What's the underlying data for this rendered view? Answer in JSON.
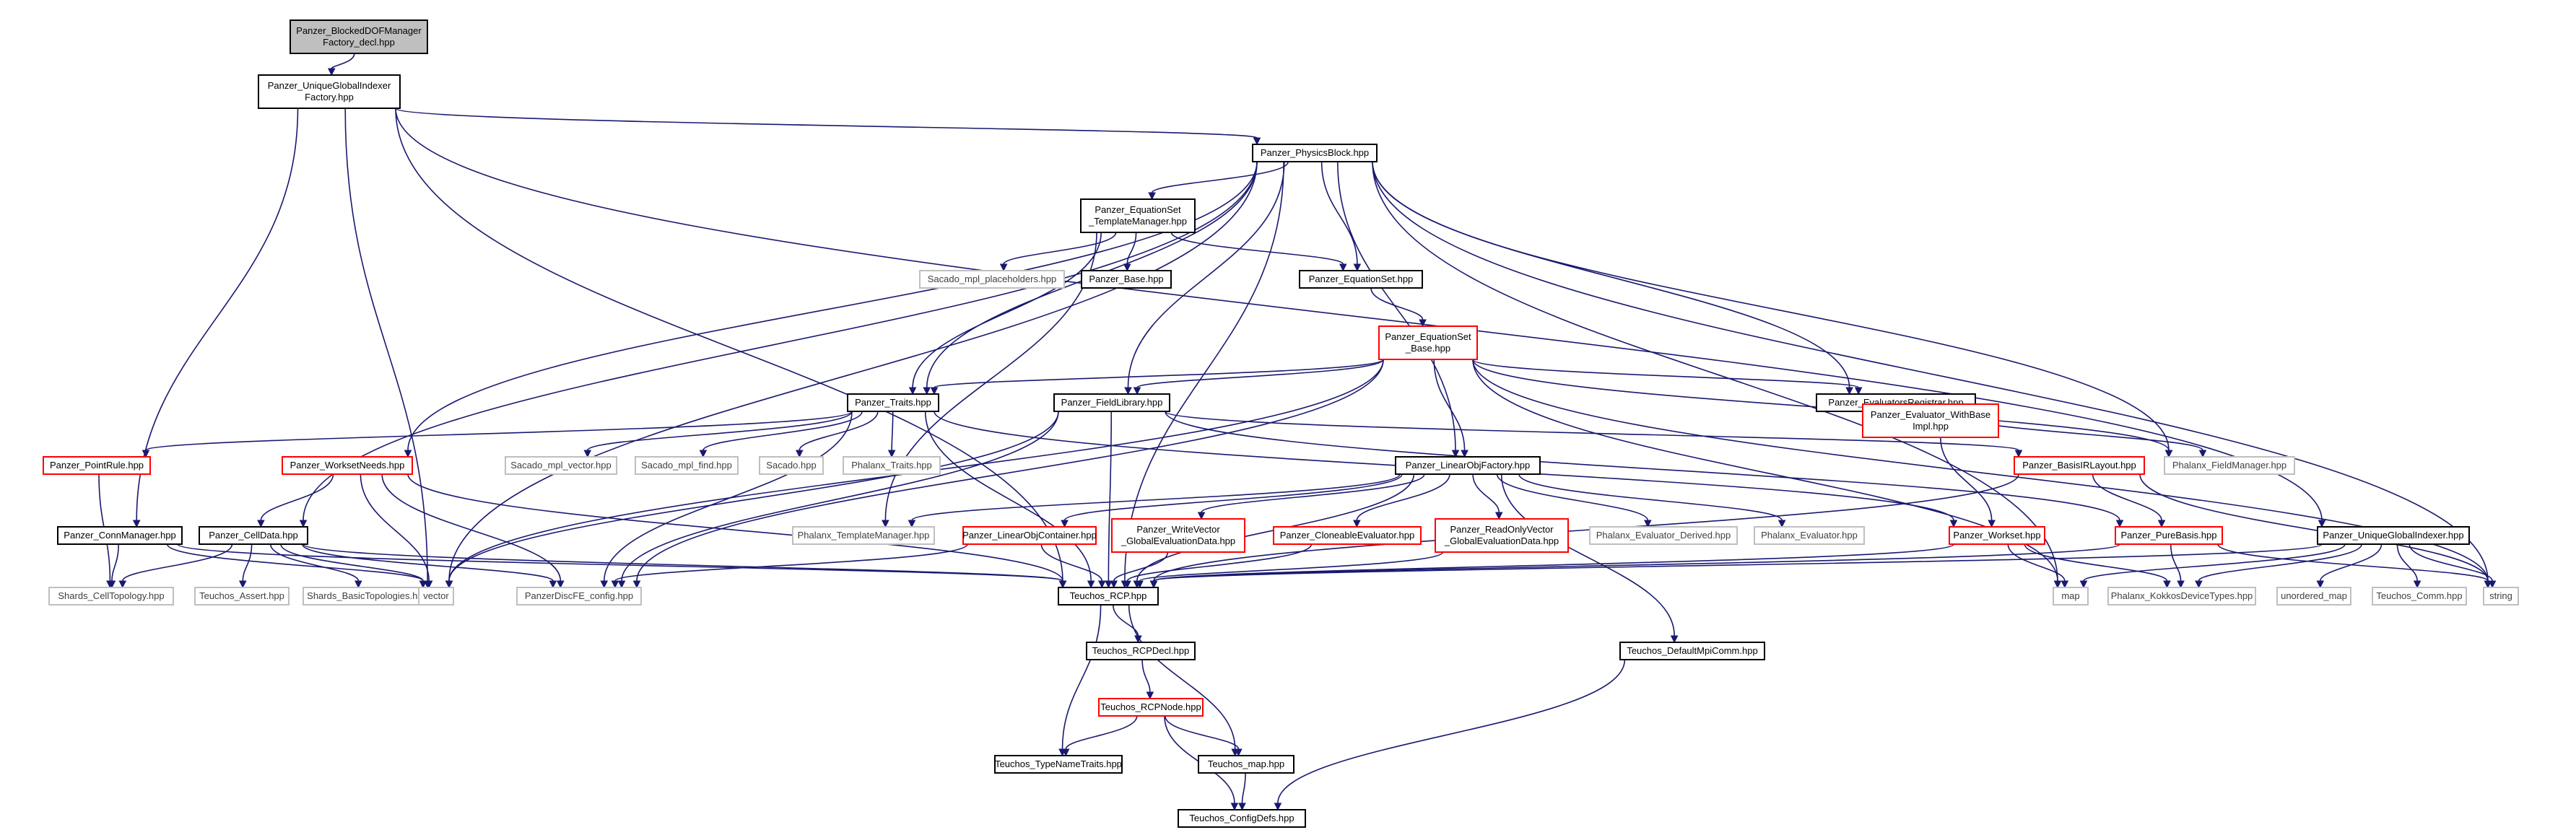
{
  "colors": {
    "edge": "#191970",
    "border_normal": "#000000",
    "border_incomplete": "#ff0000",
    "border_leaf": "#bfbfbf",
    "fill_root": "#bfbfbf",
    "fill": "#ffffff",
    "text_normal": "#000000",
    "text_leaf": "#404040"
  },
  "nodes": [
    {
      "id": "root",
      "lines": [
        "Panzer_BlockedDOFManager",
        "Factory_decl.hpp"
      ],
      "style": "root"
    },
    {
      "id": "ugif",
      "lines": [
        "Panzer_UniqueGlobalIndexer",
        "Factory.hpp"
      ],
      "style": "normal"
    },
    {
      "id": "physblock",
      "lines": [
        "Panzer_PhysicsBlock.hpp"
      ],
      "style": "normal"
    },
    {
      "id": "eqset_tm",
      "lines": [
        "Panzer_EquationSet",
        "_TemplateManager.hpp"
      ],
      "style": "normal"
    },
    {
      "id": "sacado_mpl_ph",
      "lines": [
        "Sacado_mpl_placeholders.hpp"
      ],
      "style": "leaf"
    },
    {
      "id": "panzer_base",
      "lines": [
        "Panzer_Base.hpp"
      ],
      "style": "normal"
    },
    {
      "id": "eqset",
      "lines": [
        "Panzer_EquationSet.hpp"
      ],
      "style": "normal"
    },
    {
      "id": "eqset_base",
      "lines": [
        "Panzer_EquationSet",
        "_Base.hpp"
      ],
      "style": "incomplete"
    },
    {
      "id": "traits",
      "lines": [
        "Panzer_Traits.hpp"
      ],
      "style": "normal"
    },
    {
      "id": "fieldlib",
      "lines": [
        "Panzer_FieldLibrary.hpp"
      ],
      "style": "normal"
    },
    {
      "id": "evalreg",
      "lines": [
        "Panzer_EvaluatorsRegistrar.hpp"
      ],
      "style": "normal"
    },
    {
      "id": "pointrule",
      "lines": [
        "Panzer_PointRule.hpp"
      ],
      "style": "incomplete"
    },
    {
      "id": "wsneeds",
      "lines": [
        "Panzer_WorksetNeeds.hpp"
      ],
      "style": "incomplete"
    },
    {
      "id": "sacado_mpl_vec",
      "lines": [
        "Sacado_mpl_vector.hpp"
      ],
      "style": "leaf"
    },
    {
      "id": "sacado_mpl_find",
      "lines": [
        "Sacado_mpl_find.hpp"
      ],
      "style": "leaf"
    },
    {
      "id": "sacado",
      "lines": [
        "Sacado.hpp"
      ],
      "style": "leaf"
    },
    {
      "id": "phalanx_traits",
      "lines": [
        "Phalanx_Traits.hpp"
      ],
      "style": "leaf"
    },
    {
      "id": "eval_wbi",
      "lines": [
        "Panzer_Evaluator_WithBase",
        "Impl.hpp"
      ],
      "style": "incomplete"
    },
    {
      "id": "basisir",
      "lines": [
        "Panzer_BasisIRLayout.hpp"
      ],
      "style": "incomplete"
    },
    {
      "id": "phalanx_fm",
      "lines": [
        "Phalanx_FieldManager.hpp"
      ],
      "style": "leaf"
    },
    {
      "id": "connmgr",
      "lines": [
        "Panzer_ConnManager.hpp"
      ],
      "style": "normal"
    },
    {
      "id": "celldata",
      "lines": [
        "Panzer_CellData.hpp"
      ],
      "style": "normal"
    },
    {
      "id": "linobjfac",
      "lines": [
        "Panzer_LinearObjFactory.hpp"
      ],
      "style": "normal"
    },
    {
      "id": "phalanx_tm",
      "lines": [
        "Phalanx_TemplateManager.hpp"
      ],
      "style": "leaf"
    },
    {
      "id": "linobjcont",
      "lines": [
        "Panzer_LinearObjContainer.hpp"
      ],
      "style": "incomplete"
    },
    {
      "id": "writevec",
      "lines": [
        "Panzer_WriteVector",
        "_GlobalEvaluationData.hpp"
      ],
      "style": "incomplete"
    },
    {
      "id": "cloneable",
      "lines": [
        "Panzer_CloneableEvaluator.hpp"
      ],
      "style": "incomplete"
    },
    {
      "id": "readonlyvec",
      "lines": [
        "Panzer_ReadOnlyVector",
        "_GlobalEvaluationData.hpp"
      ],
      "style": "incomplete"
    },
    {
      "id": "phalanx_evald",
      "lines": [
        "Phalanx_Evaluator_Derived.hpp"
      ],
      "style": "leaf"
    },
    {
      "id": "phalanx_eval",
      "lines": [
        "Phalanx_Evaluator.hpp"
      ],
      "style": "leaf"
    },
    {
      "id": "workset",
      "lines": [
        "Panzer_Workset.hpp"
      ],
      "style": "incomplete"
    },
    {
      "id": "purebasis",
      "lines": [
        "Panzer_PureBasis.hpp"
      ],
      "style": "incomplete"
    },
    {
      "id": "ugi",
      "lines": [
        "Panzer_UniqueGlobalIndexer.hpp"
      ],
      "style": "normal"
    },
    {
      "id": "shards_ct",
      "lines": [
        "Shards_CellTopology.hpp"
      ],
      "style": "leaf"
    },
    {
      "id": "teuchos_assert",
      "lines": [
        "Teuchos_Assert.hpp"
      ],
      "style": "leaf"
    },
    {
      "id": "shards_bt",
      "lines": [
        "Shards_BasicTopologies.hpp"
      ],
      "style": "leaf"
    },
    {
      "id": "vector",
      "lines": [
        "vector"
      ],
      "style": "leaf"
    },
    {
      "id": "pdfe_config",
      "lines": [
        "PanzerDiscFE_config.hpp"
      ],
      "style": "leaf"
    },
    {
      "id": "rcp",
      "lines": [
        "Teuchos_RCP.hpp"
      ],
      "style": "normal"
    },
    {
      "id": "map",
      "lines": [
        "map"
      ],
      "style": "leaf"
    },
    {
      "id": "kokkos_dt",
      "lines": [
        "Phalanx_KokkosDeviceTypes.hpp"
      ],
      "style": "leaf"
    },
    {
      "id": "unordered_map",
      "lines": [
        "unordered_map"
      ],
      "style": "leaf"
    },
    {
      "id": "teuchos_comm",
      "lines": [
        "Teuchos_Comm.hpp"
      ],
      "style": "leaf"
    },
    {
      "id": "string",
      "lines": [
        "string"
      ],
      "style": "leaf"
    },
    {
      "id": "rcpdecl",
      "lines": [
        "Teuchos_RCPDecl.hpp"
      ],
      "style": "normal"
    },
    {
      "id": "defmpicomm",
      "lines": [
        "Teuchos_DefaultMpiComm.hpp"
      ],
      "style": "normal"
    },
    {
      "id": "rcpnode",
      "lines": [
        "Teuchos_RCPNode.hpp"
      ],
      "style": "incomplete"
    },
    {
      "id": "typenametraits",
      "lines": [
        "Teuchos_TypeNameTraits.hpp"
      ],
      "style": "normal"
    },
    {
      "id": "teuchos_map",
      "lines": [
        "Teuchos_map.hpp"
      ],
      "style": "normal"
    },
    {
      "id": "configdefs",
      "lines": [
        "Teuchos_ConfigDefs.hpp"
      ],
      "style": "normal"
    }
  ],
  "edges": [
    [
      "root",
      "ugif"
    ],
    [
      "ugif",
      "physblock"
    ],
    [
      "ugif",
      "ugi"
    ],
    [
      "ugif",
      "connmgr"
    ],
    [
      "ugif",
      "vector"
    ],
    [
      "ugif",
      "rcp"
    ],
    [
      "physblock",
      "eqset_tm"
    ],
    [
      "physblock",
      "eqset"
    ],
    [
      "physblock",
      "traits"
    ],
    [
      "physblock",
      "fieldlib"
    ],
    [
      "physblock",
      "evalreg"
    ],
    [
      "physblock",
      "wsneeds"
    ],
    [
      "physblock",
      "celldata"
    ],
    [
      "physblock",
      "linobjfac"
    ],
    [
      "physblock",
      "phalanx_fm"
    ],
    [
      "physblock",
      "vector"
    ],
    [
      "physblock",
      "string"
    ],
    [
      "physblock",
      "map"
    ],
    [
      "physblock",
      "rcp"
    ],
    [
      "eqset_tm",
      "sacado_mpl_ph"
    ],
    [
      "eqset_tm",
      "panzer_base"
    ],
    [
      "eqset_tm",
      "eqset"
    ],
    [
      "eqset_tm",
      "traits"
    ],
    [
      "eqset_tm",
      "phalanx_tm"
    ],
    [
      "eqset",
      "eqset_base"
    ],
    [
      "eqset_base",
      "traits"
    ],
    [
      "eqset_base",
      "fieldlib"
    ],
    [
      "eqset_base",
      "evalreg"
    ],
    [
      "eqset_base",
      "linobjfac"
    ],
    [
      "eqset_base",
      "phalanx_fm"
    ],
    [
      "eqset_base",
      "vector"
    ],
    [
      "eqset_base",
      "string"
    ],
    [
      "eqset_base",
      "map"
    ],
    [
      "eqset_base",
      "pdfe_config"
    ],
    [
      "traits",
      "pointrule"
    ],
    [
      "traits",
      "sacado_mpl_vec"
    ],
    [
      "traits",
      "sacado_mpl_find"
    ],
    [
      "traits",
      "sacado"
    ],
    [
      "traits",
      "phalanx_traits"
    ],
    [
      "traits",
      "pdfe_config"
    ],
    [
      "traits",
      "rcp"
    ],
    [
      "traits",
      "workset"
    ],
    [
      "fieldlib",
      "basisir"
    ],
    [
      "fieldlib",
      "purebasis"
    ],
    [
      "fieldlib",
      "rcp"
    ],
    [
      "fieldlib",
      "vector"
    ],
    [
      "fieldlib",
      "pdfe_config"
    ],
    [
      "evalreg",
      "eval_wbi"
    ],
    [
      "evalreg",
      "phalanx_fm"
    ],
    [
      "eval_wbi",
      "workset"
    ],
    [
      "basisir",
      "purebasis"
    ],
    [
      "basisir",
      "rcp"
    ],
    [
      "basisir",
      "string"
    ],
    [
      "pointrule",
      "shards_ct"
    ],
    [
      "wsneeds",
      "celldata"
    ],
    [
      "wsneeds",
      "vector"
    ],
    [
      "wsneeds",
      "pdfe_config"
    ],
    [
      "wsneeds",
      "rcp"
    ],
    [
      "connmgr",
      "shards_ct"
    ],
    [
      "connmgr",
      "vector"
    ],
    [
      "connmgr",
      "rcp"
    ],
    [
      "celldata",
      "shards_ct"
    ],
    [
      "celldata",
      "teuchos_assert"
    ],
    [
      "celldata",
      "shards_bt"
    ],
    [
      "celldata",
      "vector"
    ],
    [
      "celldata",
      "pdfe_config"
    ],
    [
      "celldata",
      "rcp"
    ],
    [
      "linobjfac",
      "linobjcont"
    ],
    [
      "linobjfac",
      "writevec"
    ],
    [
      "linobjfac",
      "cloneable"
    ],
    [
      "linobjfac",
      "readonlyvec"
    ],
    [
      "linobjfac",
      "phalanx_evald"
    ],
    [
      "linobjfac",
      "phalanx_eval"
    ],
    [
      "linobjfac",
      "phalanx_tm"
    ],
    [
      "linobjfac",
      "defmpicomm"
    ],
    [
      "linobjfac",
      "rcp"
    ],
    [
      "linobjcont",
      "rcp"
    ],
    [
      "linobjcont",
      "pdfe_config"
    ],
    [
      "writevec",
      "rcp"
    ],
    [
      "cloneable",
      "rcp"
    ],
    [
      "readonlyvec",
      "rcp"
    ],
    [
      "workset",
      "map"
    ],
    [
      "workset",
      "kokkos_dt"
    ],
    [
      "workset",
      "rcp"
    ],
    [
      "purebasis",
      "rcp"
    ],
    [
      "purebasis",
      "kokkos_dt"
    ],
    [
      "purebasis",
      "string"
    ],
    [
      "ugi",
      "map"
    ],
    [
      "ugi",
      "unordered_map"
    ],
    [
      "ugi",
      "teuchos_comm"
    ],
    [
      "ugi",
      "kokkos_dt"
    ],
    [
      "ugi",
      "rcp"
    ],
    [
      "ugi",
      "string"
    ],
    [
      "rcp",
      "rcpdecl"
    ],
    [
      "rcp",
      "typenametraits"
    ],
    [
      "rcp",
      "teuchos_map"
    ],
    [
      "rcpdecl",
      "rcpnode"
    ],
    [
      "rcpnode",
      "typenametraits"
    ],
    [
      "rcpnode",
      "teuchos_map"
    ],
    [
      "rcpnode",
      "configdefs"
    ],
    [
      "teuchos_map",
      "configdefs"
    ],
    [
      "defmpicomm",
      "configdefs"
    ]
  ]
}
